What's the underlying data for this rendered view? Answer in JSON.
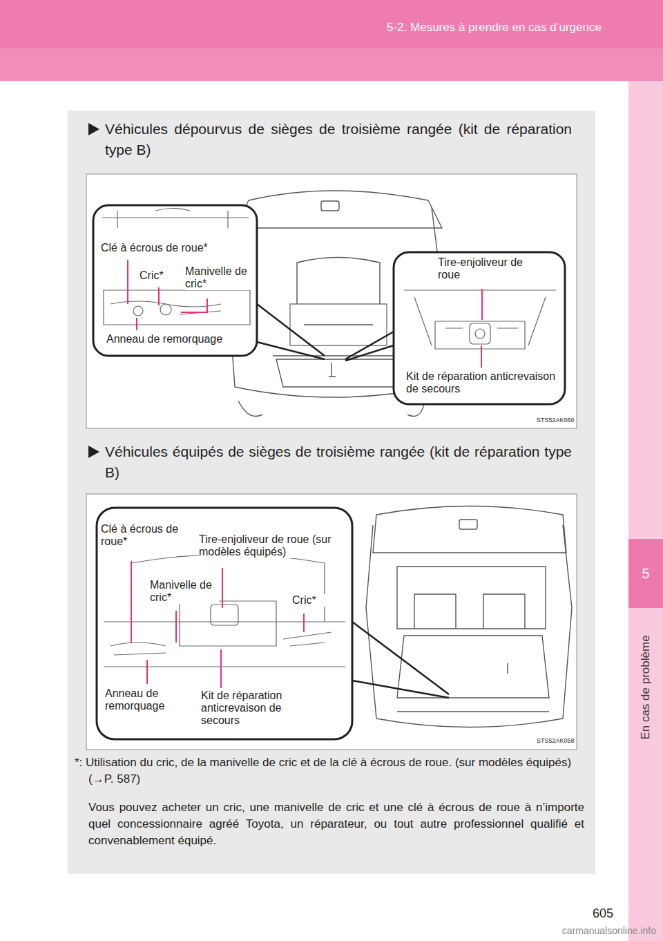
{
  "diagram": {
    "nodes": [
      {
        "text": [
          "5-2. Mesures à prendre en cas d’urgence"
        ]
      },
      {
        "text": [
          "5"
        ]
      },
      {
        "text": [
          "En cas de problème"
        ]
      }
    ],
    "labels": [
      "Véhicules dépourvus de sièges de troisième rangée (kit de réparation type B)",
      "Clé à écrous de roue*",
      "Cric*",
      "Manivelle de cric*",
      "Anneau de remorquage",
      "Tire-enjoliveur de roue",
      "Kit de réparation anticrevaison de secours",
      "STS52AK060",
      "Véhicules équipés de sièges de troisième rangée (kit de réparation type B)",
      "Clé à écrous de roue*",
      "Tire-enjoliveur de roue (sur modèles équipés)",
      "Manivelle de cric*",
      "Cric*",
      "Anneau de remorquage",
      "Kit de réparation anticrevaison de secours",
      "STS52AK058",
      "*: Utilisation du cric, de la manivelle de cric et de la clé à écrous de roue. (sur modèles équipés) (→P. 587)",
      "Vous pouvez acheter un cric, une manivelle de cric et une clé à écrous de roue à n’importe quel concessionnaire agréé Toyota, un réparateur, ou tout autre professionnel qualifié et convenablement équipé.",
      "605",
      "carmanualsonline.info"
    ]
  }
}
